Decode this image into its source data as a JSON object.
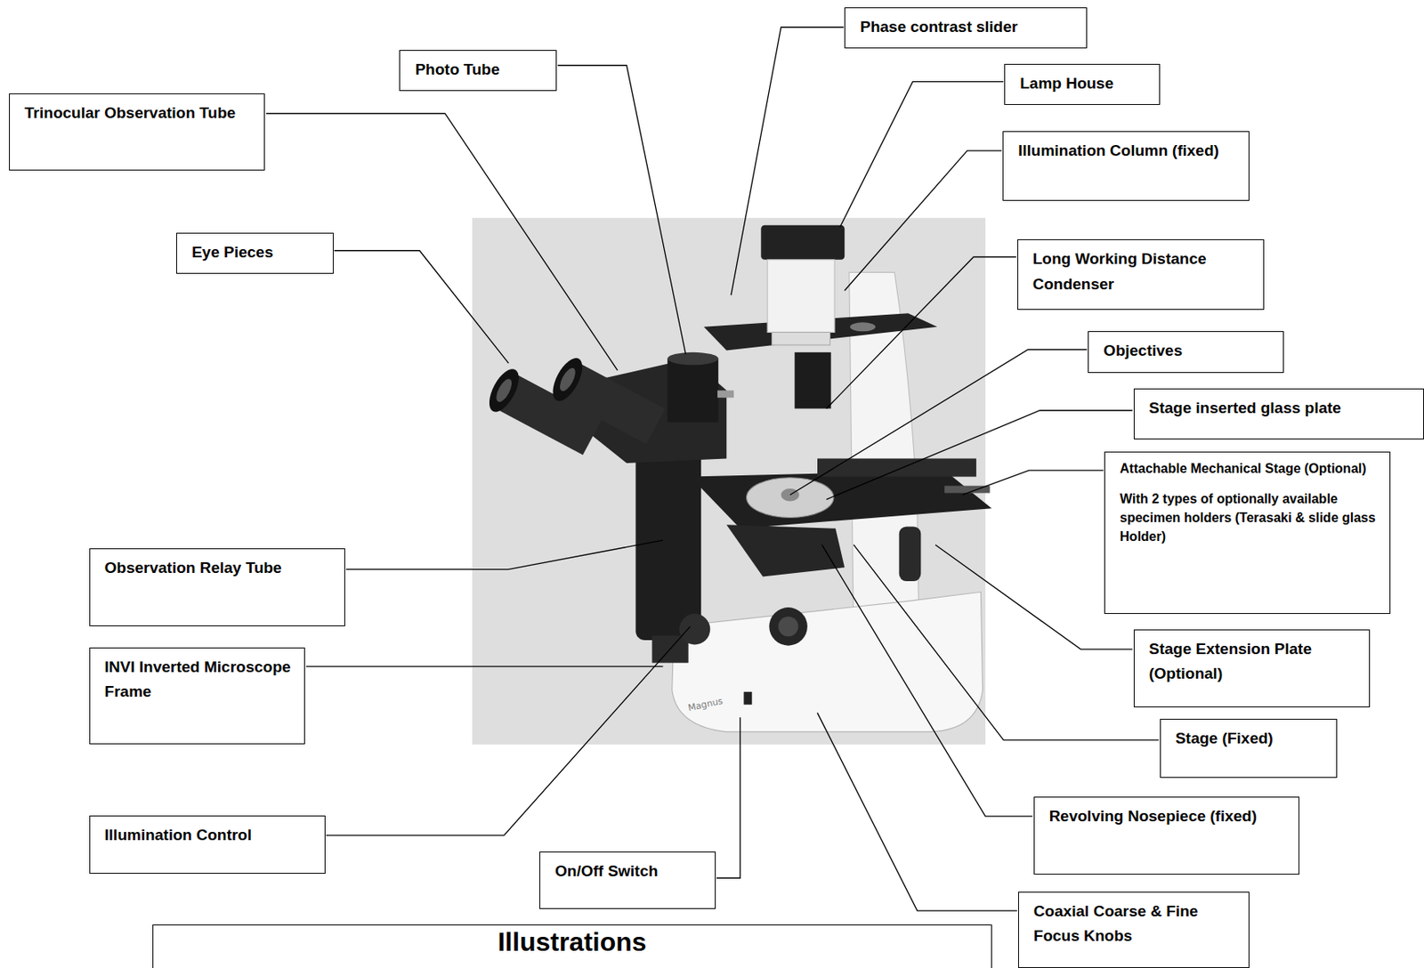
{
  "diagram": {
    "nodes": [
      {
        "text": [
          "Phase contrast slider"
        ]
      },
      {
        "text": [
          "Photo Tube"
        ]
      },
      {
        "text": [
          "Lamp House"
        ]
      },
      {
        "text": [
          "Trinocular Observation Tube"
        ]
      },
      {
        "text": [
          "Illumination Column (fixed)"
        ]
      },
      {
        "text": [
          "Eye Pieces"
        ]
      },
      {
        "text": [
          "Long Working Distance Condenser"
        ]
      },
      {
        "text": [
          "Objectives"
        ]
      },
      {
        "text": [
          "Stage inserted glass plate"
        ]
      },
      {
        "text": [
          "Attachable Mechanical Stage (Optional)",
          "With 2 types of optionally available specimen holders (Terasaki & slide glass Holder)"
        ]
      },
      {
        "text": [
          "Observation Relay Tube"
        ]
      },
      {
        "text": [
          "Stage Extension Plate (Optional)"
        ]
      },
      {
        "text": [
          "INVI Inverted Microscope Frame"
        ]
      },
      {
        "text": [
          "Stage (Fixed)"
        ]
      },
      {
        "text": [
          "Revolving Nosepiece (fixed)"
        ]
      },
      {
        "text": [
          "Illumination Control"
        ]
      },
      {
        "text": [
          "On/Off Switch"
        ]
      },
      {
        "text": [
          "Coaxial Coarse & Fine Focus Knobs"
        ]
      },
      {
        "text": [
          "Illustrations"
        ]
      }
    ],
    "labels": [
      "Magnus"
    ]
  }
}
